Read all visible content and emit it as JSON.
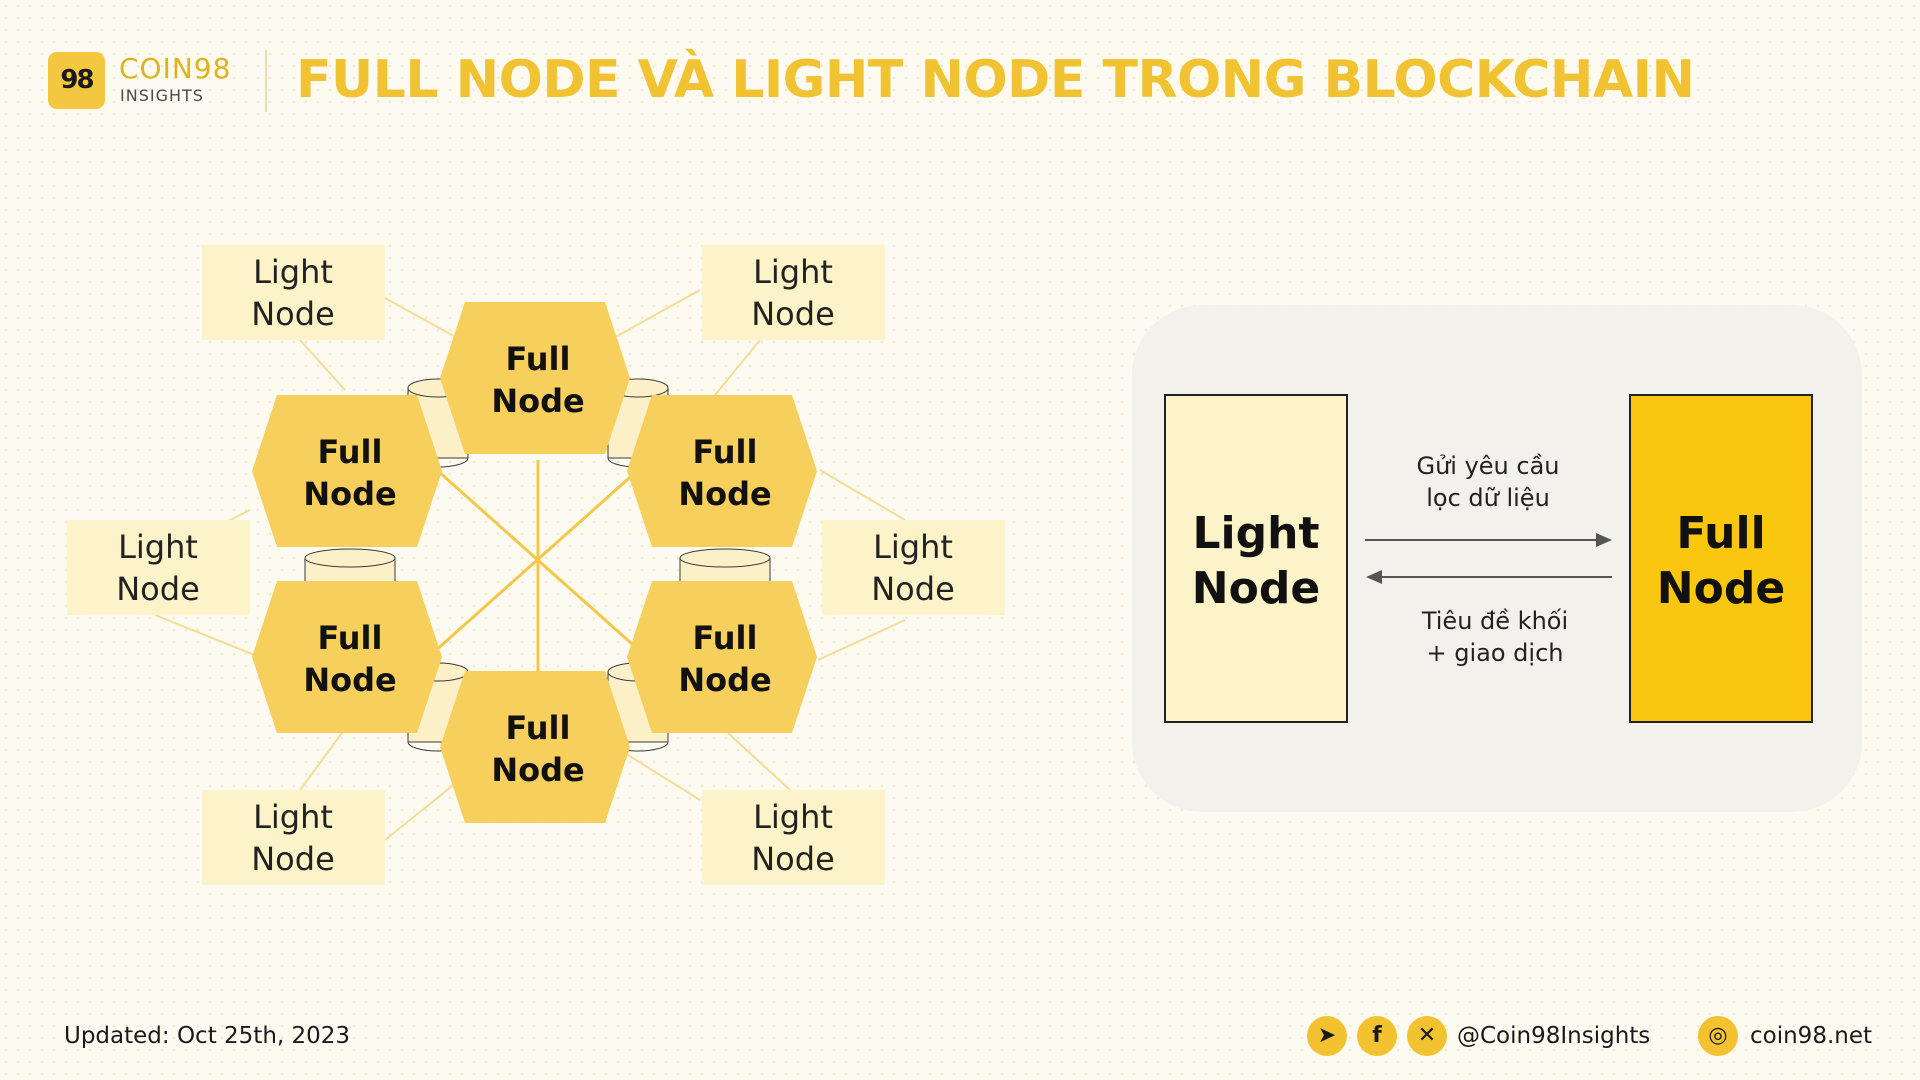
{
  "header": {
    "logo_mark": "98",
    "brand": "COIN98",
    "brand_sub": "INSIGHTS",
    "title": "FULL NODE VÀ LIGHT NODE TRONG BLOCKCHAIN"
  },
  "network": {
    "full_node_line1": "Full",
    "full_node_line2": "Node",
    "light_node_line1": "Light",
    "light_node_line2": "Node"
  },
  "flow": {
    "light_line1": "Light",
    "light_line2": "Node",
    "full_line1": "Full",
    "full_line2": "Node",
    "request_line1": "Gửi yêu cầu",
    "request_line2": "lọc dữ liệu",
    "response_line1": "Tiêu đề khối",
    "response_line2": "+   giao dịch"
  },
  "footer": {
    "updated": "Updated: Oct 25th, 2023",
    "handle": "@Coin98Insights",
    "site": "coin98.net"
  },
  "icons": {
    "telegram": "telegram-icon",
    "facebook": "facebook-icon",
    "x": "x-icon",
    "globe": "globe-icon"
  },
  "colors": {
    "accent": "#f1c232",
    "hexagon": "#f6cf5c",
    "light_box": "#fdf3c8",
    "full_box": "#fac710",
    "background": "#fdfbf1"
  }
}
